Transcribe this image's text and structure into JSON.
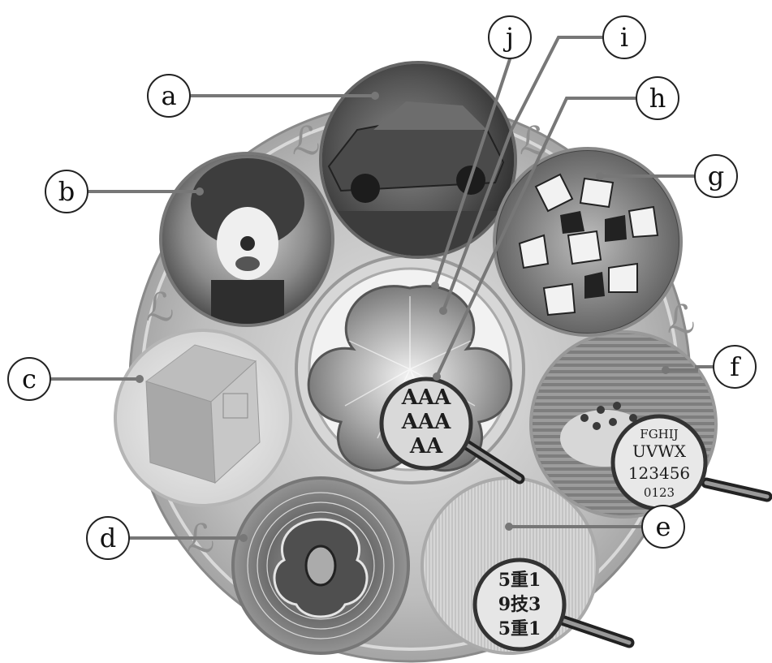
{
  "labels": {
    "a": "a",
    "b": "b",
    "c": "c",
    "d": "d",
    "e": "e",
    "f": "f",
    "g": "g",
    "h": "h",
    "i": "i",
    "j": "j"
  },
  "magnifier_texts": {
    "center": [
      "AAA",
      "AAA",
      "AA"
    ],
    "e": [
      "5重1",
      "9技3",
      "5重1"
    ],
    "f": [
      "FGHIJ",
      "UVWX",
      "123456",
      "0123"
    ]
  },
  "colors": {
    "leader_line": "#777777",
    "label_stroke": "#222222",
    "disc_base": "#c9c9c9"
  },
  "icons": [
    "magnifier-icon"
  ]
}
